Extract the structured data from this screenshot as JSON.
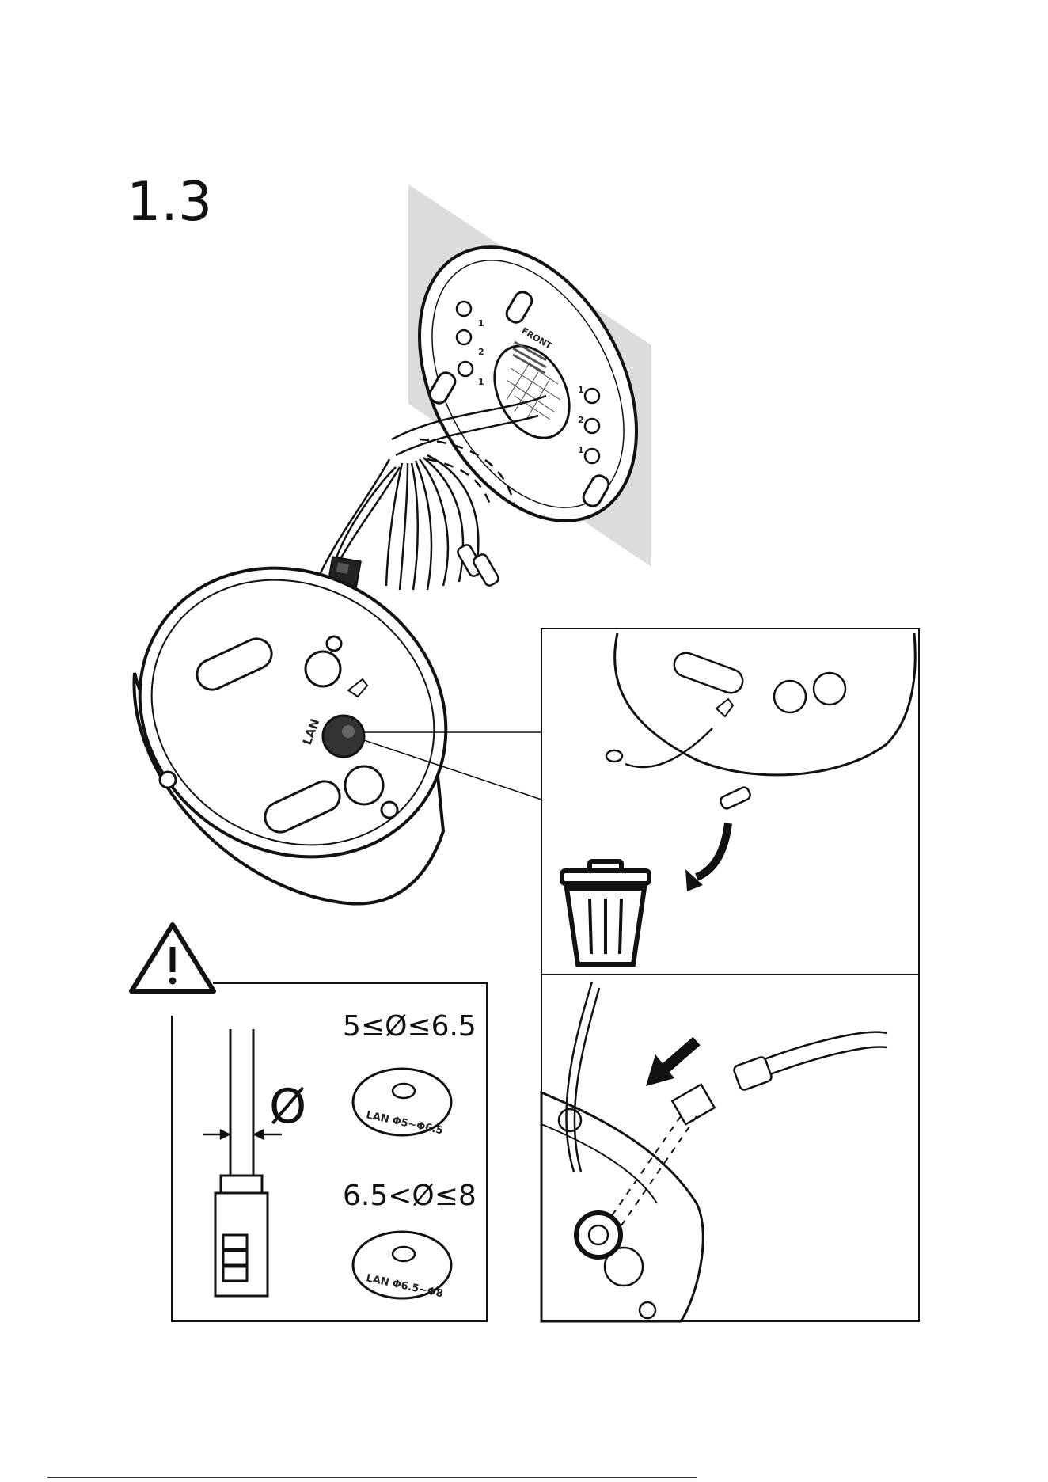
{
  "step": {
    "number": "1.3"
  },
  "labels": {
    "lan": "LAN",
    "front": "FRONT",
    "hole_1": "1",
    "hole_2": "2",
    "diameter_symbol": "Ø",
    "range_small": "5≤Ø≤6.5",
    "range_large": "6.5<Ø≤8",
    "grommet_small_text": "LAN Φ5~Φ6.5",
    "grommet_large_text": "LAN Φ6.5~Φ8"
  },
  "icons": [
    "warning-icon",
    "trash-icon",
    "discard-arrow-icon",
    "insert-arrow-icon"
  ]
}
